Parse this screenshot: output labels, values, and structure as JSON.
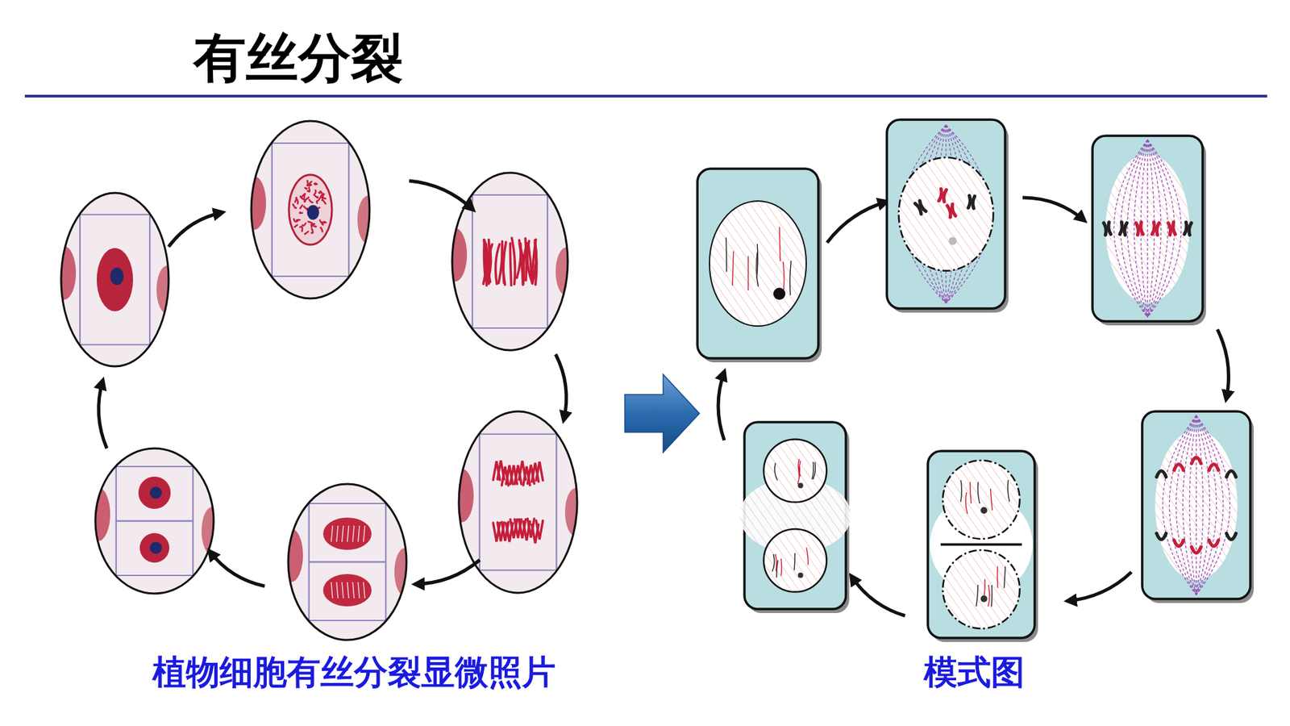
{
  "diagram": {
    "title": "有丝分裂",
    "labels": [
      "植物细胞有丝分裂显微照片",
      "模式图"
    ]
  }
}
